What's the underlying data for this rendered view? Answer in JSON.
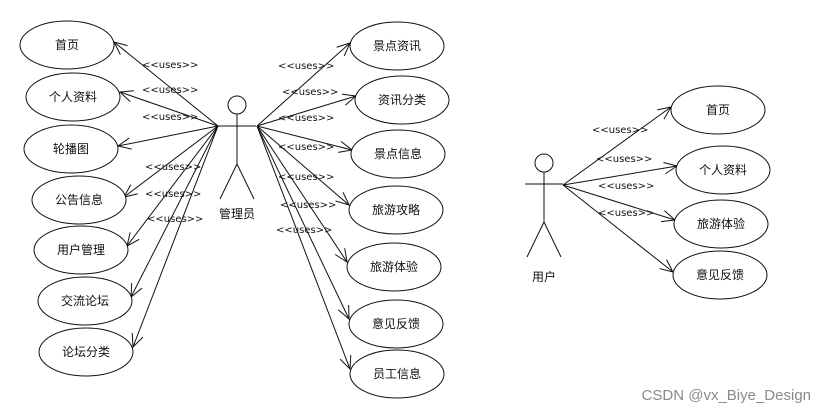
{
  "relation_label": "<<uses>>",
  "admin": {
    "label": "管理员",
    "left_cases": [
      "首页",
      "个人资料",
      "轮播图",
      "公告信息",
      "用户管理",
      "交流论坛",
      "论坛分类"
    ],
    "right_cases": [
      "景点资讯",
      "资讯分类",
      "景点信息",
      "旅游攻略",
      "旅游体验",
      "意见反馈",
      "员工信息"
    ]
  },
  "user": {
    "label": "用户",
    "cases": [
      "首页",
      "个人资料",
      "旅游体验",
      "意见反馈"
    ]
  },
  "watermark": "CSDN @vx_Biye_Design"
}
